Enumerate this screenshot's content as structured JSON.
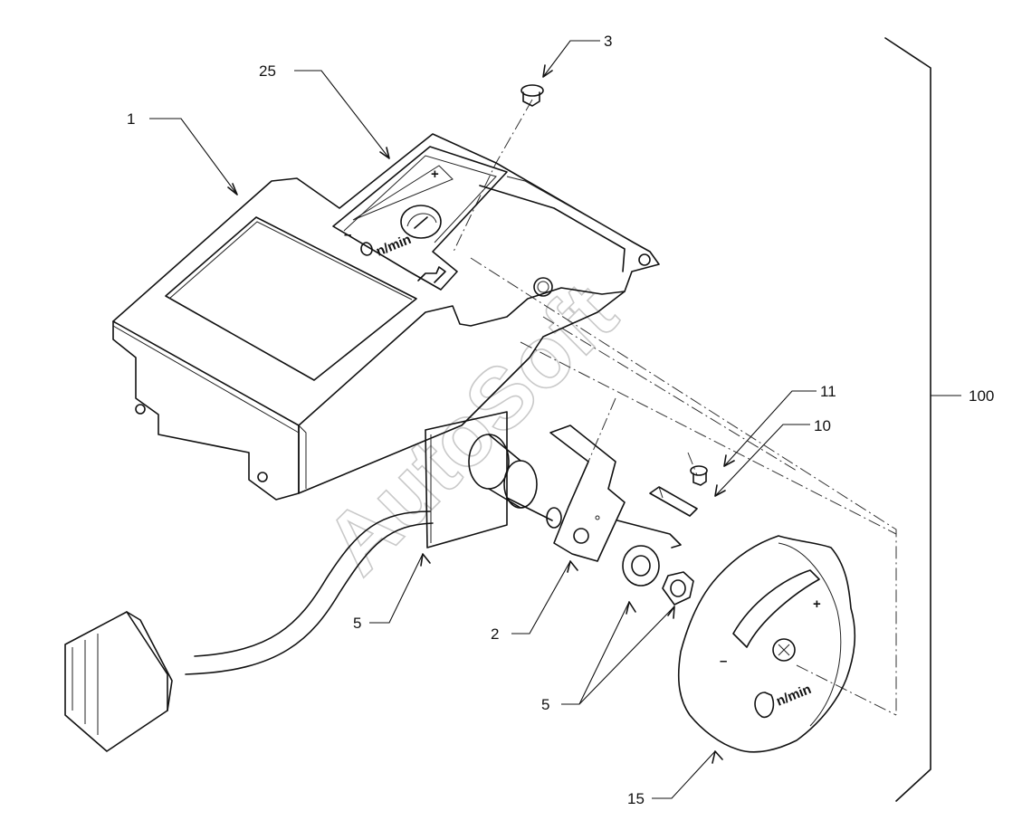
{
  "callouts": {
    "c1": "1",
    "c25": "25",
    "c3": "3",
    "c11": "11",
    "c10": "10",
    "c100": "100",
    "c5a": "5",
    "c2": "2",
    "c5b": "5",
    "c15": "15"
  },
  "panel": {
    "plus": "+",
    "minus": "–",
    "speed_unit": "n/min"
  },
  "knob": {
    "plus": "+",
    "minus": "–",
    "speed_unit": "n/min"
  },
  "watermark": "AutoSoft"
}
